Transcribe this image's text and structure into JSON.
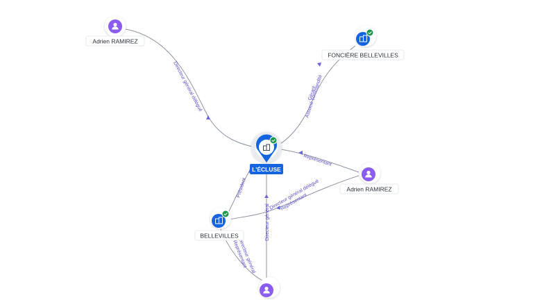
{
  "nodes": {
    "center": {
      "label": "L'ÉCLUSE",
      "type": "company",
      "verified": true
    },
    "person_top_left": {
      "label": "Adrien RAMIREZ",
      "type": "person"
    },
    "company_top_right": {
      "label": "FONCIÈRE BELLEVILLES",
      "type": "company",
      "verified": true
    },
    "person_right": {
      "label": "Adrien RAMIREZ",
      "type": "person"
    },
    "company_left": {
      "label": "BELLEVILLES",
      "type": "company",
      "verified": true
    },
    "person_bottom": {
      "label": "",
      "type": "person"
    }
  },
  "edges": {
    "e1": {
      "label": "Directeur général délégué"
    },
    "e2": {
      "label1": "Gérant",
      "label2": "Associé commandité"
    },
    "e3": {
      "label": "Représentant"
    },
    "e4": {
      "label1": "Directeur général délégué",
      "label2": "Représentant"
    },
    "e5": {
      "label": "Président"
    },
    "e6": {
      "label": "Directeur général"
    },
    "e7": {
      "label1": "Directeur général",
      "label2": "Représentant"
    }
  },
  "colors": {
    "person": "#8a5cf0",
    "company": "#1565e0",
    "verified": "#1b9a4a",
    "edge": "#8e93a6",
    "edge_label": "#5b4fd6"
  },
  "icons": {
    "person": "person-icon",
    "company": "building-icon",
    "verified": "check-badge-icon"
  }
}
